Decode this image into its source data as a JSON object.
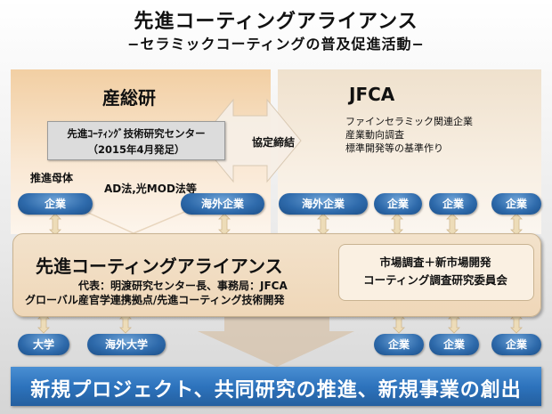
{
  "title": "先進コーティングアライアンス",
  "subtitle": "−セラミックコーティングの普及促進活動−",
  "aist": {
    "name": "産総研",
    "center_line1": "先進ｺｰﾃｨﾝｸﾞ技術研究センター",
    "center_line2": "（2015年4月発足）",
    "promoter_label": "推進母体",
    "methods": "AD法,光MOD法等",
    "pills": [
      "企業",
      "海外企業"
    ]
  },
  "agreement": "協定締結",
  "jfca": {
    "name": "JFCA",
    "lines": [
      "ファインセラミック関連企業",
      "産業動向調査",
      "標準開発等の基準作り"
    ],
    "pills": [
      "海外企業",
      "企業",
      "企業",
      "企業"
    ]
  },
  "alliance": {
    "title": "先進コーティングアライアンス",
    "line1": "代表：明渡研究センター長、事務局：JFCA",
    "line2": "グローバル産官学連携拠点/先進コーティング技術開発"
  },
  "market": {
    "line1": "市場調査＋新市場開発",
    "line2": "コーティング調査研究委員会"
  },
  "lower_pills_left": [
    "大学",
    "海外大学"
  ],
  "lower_pills_right": [
    "企業",
    "企業",
    "企業"
  ],
  "bottom_banner": "新規プロジェクト、共同研究の推進、新規事業の創出",
  "colors": {
    "pill_blue": "#2e6aab",
    "banner_blue": "#2d73bd",
    "aist_panel": "#f2cfa3",
    "alliance_box": "#efd7b8"
  }
}
